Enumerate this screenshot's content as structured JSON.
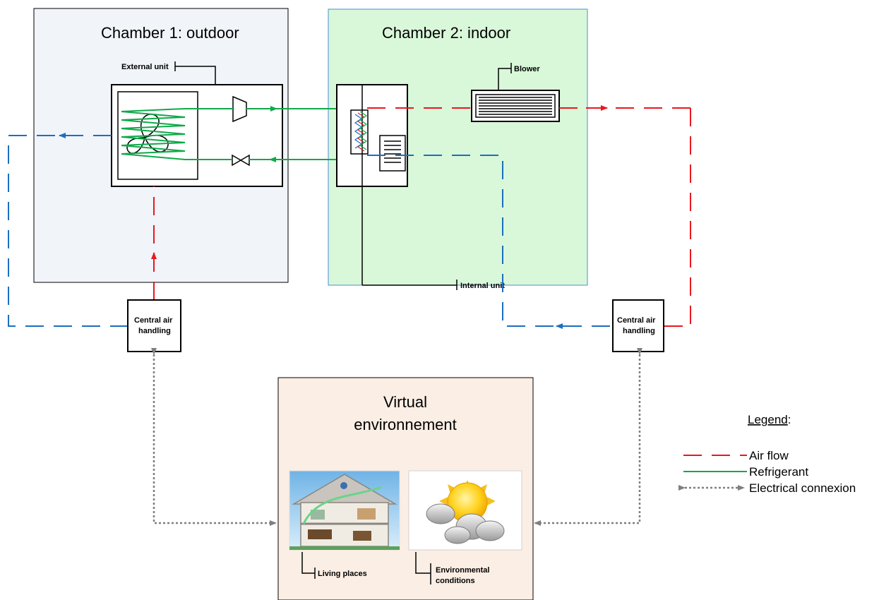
{
  "chambers": {
    "outdoor": {
      "title": "Chamber 1: outdoor",
      "fill": "#f1f4f9",
      "stroke": "#000000"
    },
    "indoor": {
      "title": "Chamber 2: indoor",
      "fill": "#d9f7d9",
      "stroke": "#4a8fd6"
    }
  },
  "labels": {
    "external_unit": "External unit",
    "internal_unit": "Internal unit",
    "blower": "Blower",
    "cah_left_line1": "Central air",
    "cah_left_line2": "handling",
    "cah_right_line1": "Central air",
    "cah_right_line2": "handling",
    "living_places": "Living places",
    "env_conditions_line1": "Environmental",
    "env_conditions_line2": "conditions"
  },
  "virtual_env": {
    "title_line1": "Virtual",
    "title_line2": "environnement",
    "fill": "#fbeee4"
  },
  "legend": {
    "title": "Legend",
    "title_suffix": ":",
    "items": [
      {
        "label": "Air flow",
        "color": "#e8181e",
        "style": "dashed"
      },
      {
        "label": "Refrigerant",
        "color": "#10a94a",
        "style": "solid"
      },
      {
        "label": "Electrical connexion",
        "color": "#7f7f7f",
        "style": "dotted-double-arrow"
      }
    ]
  },
  "colors": {
    "air_hot": "#e8181e",
    "air_cold": "#1c6fbf",
    "refrigerant": "#10a94a",
    "electrical": "#7f7f7f"
  },
  "icons": [
    "fan-icon",
    "compressor-icon",
    "expansion-valve-icon",
    "heat-exchanger-icon",
    "blower-icon",
    "house-image",
    "weather-image"
  ]
}
